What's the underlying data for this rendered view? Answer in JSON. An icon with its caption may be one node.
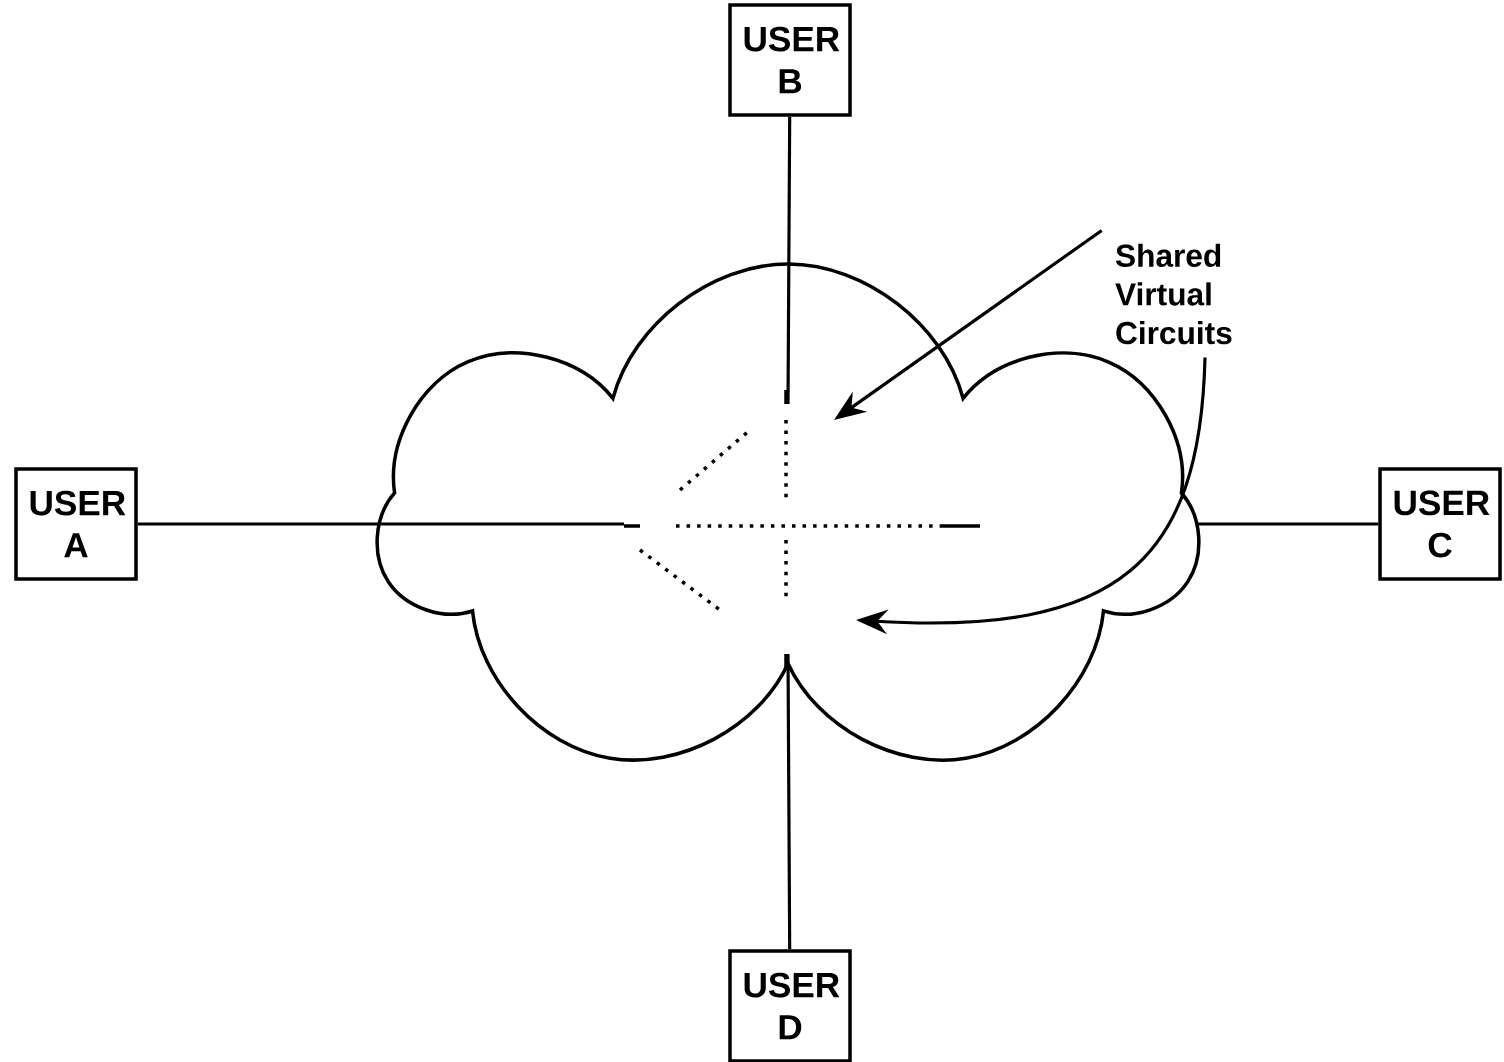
{
  "diagram": {
    "nodes": [
      {
        "text": [
          "USER B"
        ]
      },
      {
        "text": [
          "Shared Virtual Circuits"
        ]
      },
      {
        "text": [],
        "shape": "cloud"
      },
      {
        "text": [
          "USER A"
        ]
      },
      {
        "text": [
          "USER C"
        ]
      },
      {
        "text": [
          "USER D"
        ]
      }
    ],
    "edges": [
      {
        "from": 0,
        "to": 2,
        "arrow": "none"
      },
      {
        "from": 3,
        "to": 2,
        "arrow": "none"
      },
      {
        "from": 4,
        "to": 2,
        "arrow": "none"
      },
      {
        "from": 5,
        "to": 2,
        "arrow": "none"
      },
      {
        "from": 1,
        "to": 2,
        "arrow": "to"
      },
      {
        "from": 1,
        "to": 2,
        "arrow": "to"
      }
    ]
  }
}
